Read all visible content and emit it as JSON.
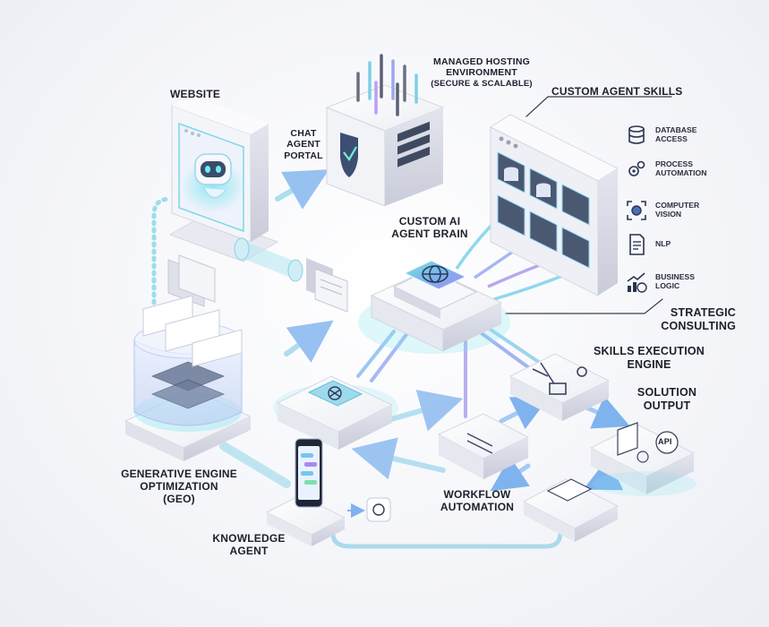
{
  "labels": {
    "website": "WEBSITE",
    "hosting_line1": "MANAGED HOSTING",
    "hosting_line2": "ENVIRONMENT",
    "hosting_line3": "(SECURE & SCALABLE)",
    "custom_skills": "CUSTOM AGENT SKILLS",
    "chat_line1": "CHAT",
    "chat_line2": "AGENT",
    "chat_line3": "PORTAL",
    "brain_line1": "CUSTOM AI",
    "brain_line2": "AGENT BRAIN",
    "strategic_line1": "STRATEGIC",
    "strategic_line2": "CONSULTING",
    "skills_engine_line1": "SKILLS EXECUTION",
    "skills_engine_line2": "ENGINE",
    "solution_line1": "SOLUTION",
    "solution_line2": "OUTPUT",
    "geo_line1": "GENERATIVE ENGINE",
    "geo_line2": "OPTIMIZATION",
    "geo_line3": "(GEO)",
    "workflow_line1": "WORKFLOW",
    "workflow_line2": "AUTOMATION",
    "knowledge_line1": "KNOWLEDGE",
    "knowledge_line2": "AGENT"
  },
  "skills": [
    {
      "icon": "database-icon",
      "line1": "DATABASE",
      "line2": "ACCESS"
    },
    {
      "icon": "gears-icon",
      "line1": "PROCESS",
      "line2": "AUTOMATION"
    },
    {
      "icon": "vision-icon",
      "line1": "COMPUTER",
      "line2": "VISION"
    },
    {
      "icon": "document-icon",
      "line1": "NLP",
      "line2": ""
    },
    {
      "icon": "growth-chart-icon",
      "line1": "BUSINESS",
      "line2": "LOGIC"
    }
  ],
  "badges": {
    "api": "API"
  },
  "colors": {
    "glow_cyan": "#5fd6e8",
    "glow_blue": "#7aa8f0",
    "glow_purple": "#a98cf2",
    "platform_white": "#f3f4f8",
    "platform_side": "#d9dbe5",
    "text_dark": "#1c1f2b"
  }
}
